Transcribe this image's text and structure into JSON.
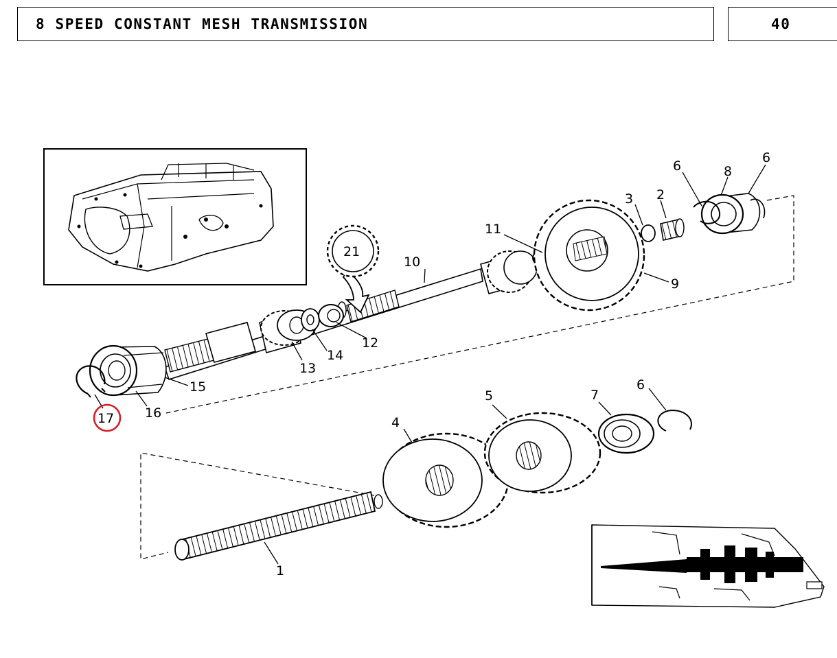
{
  "header": {
    "title": "8 SPEED CONSTANT MESH TRANSMISSION",
    "page_number": "40"
  },
  "callouts": [
    "1",
    "2",
    "3",
    "4",
    "5",
    "6",
    "6",
    "6",
    "7",
    "8",
    "9",
    "10",
    "11",
    "12",
    "13",
    "14",
    "15",
    "16",
    "17",
    "21"
  ],
  "highlight": {
    "label": "17",
    "color": "#d42028"
  }
}
